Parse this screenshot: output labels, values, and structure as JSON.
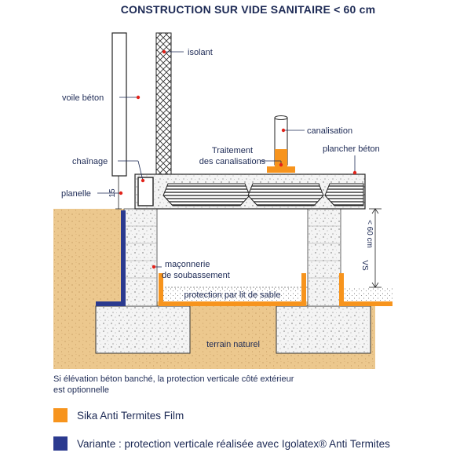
{
  "title": "CONSTRUCTION SUR VIDE SANITAIRE  < 60 cm",
  "labels": {
    "isolant": "isolant",
    "voile_beton": "voile béton",
    "canalisation": "canalisation",
    "traitement_line1": "Traitement",
    "traitement_line2": "des canalisations",
    "plancher_beton": "plancher béton",
    "chainage": "chaînage",
    "planelle": "planelle",
    "dim_15": "15",
    "dim_60": "< 60 cm",
    "vs": "VS",
    "maconnerie_line1": "maçonnerie",
    "maconnerie_line2": "de soubassement",
    "protection_sable": "protection par lit de sable",
    "terrain_naturel": "terrain naturel"
  },
  "note_line1": "Si élévation béton banché, la protection verticale côté extérieur",
  "note_line2": "est optionnelle",
  "legend": [
    {
      "label": "Sika Anti Termites Film",
      "color": "#f7941d"
    },
    {
      "label": "Variante : protection verticale réalisée avec Igolatex® Anti Termites",
      "color": "#2b3a8f"
    }
  ],
  "colors": {
    "film": "#f7941d",
    "variant": "#2b3a8f",
    "text": "#1d2a55",
    "leader_dot": "#e2231a",
    "soil": "#ecc88e",
    "concrete": "#f4f4f4"
  }
}
